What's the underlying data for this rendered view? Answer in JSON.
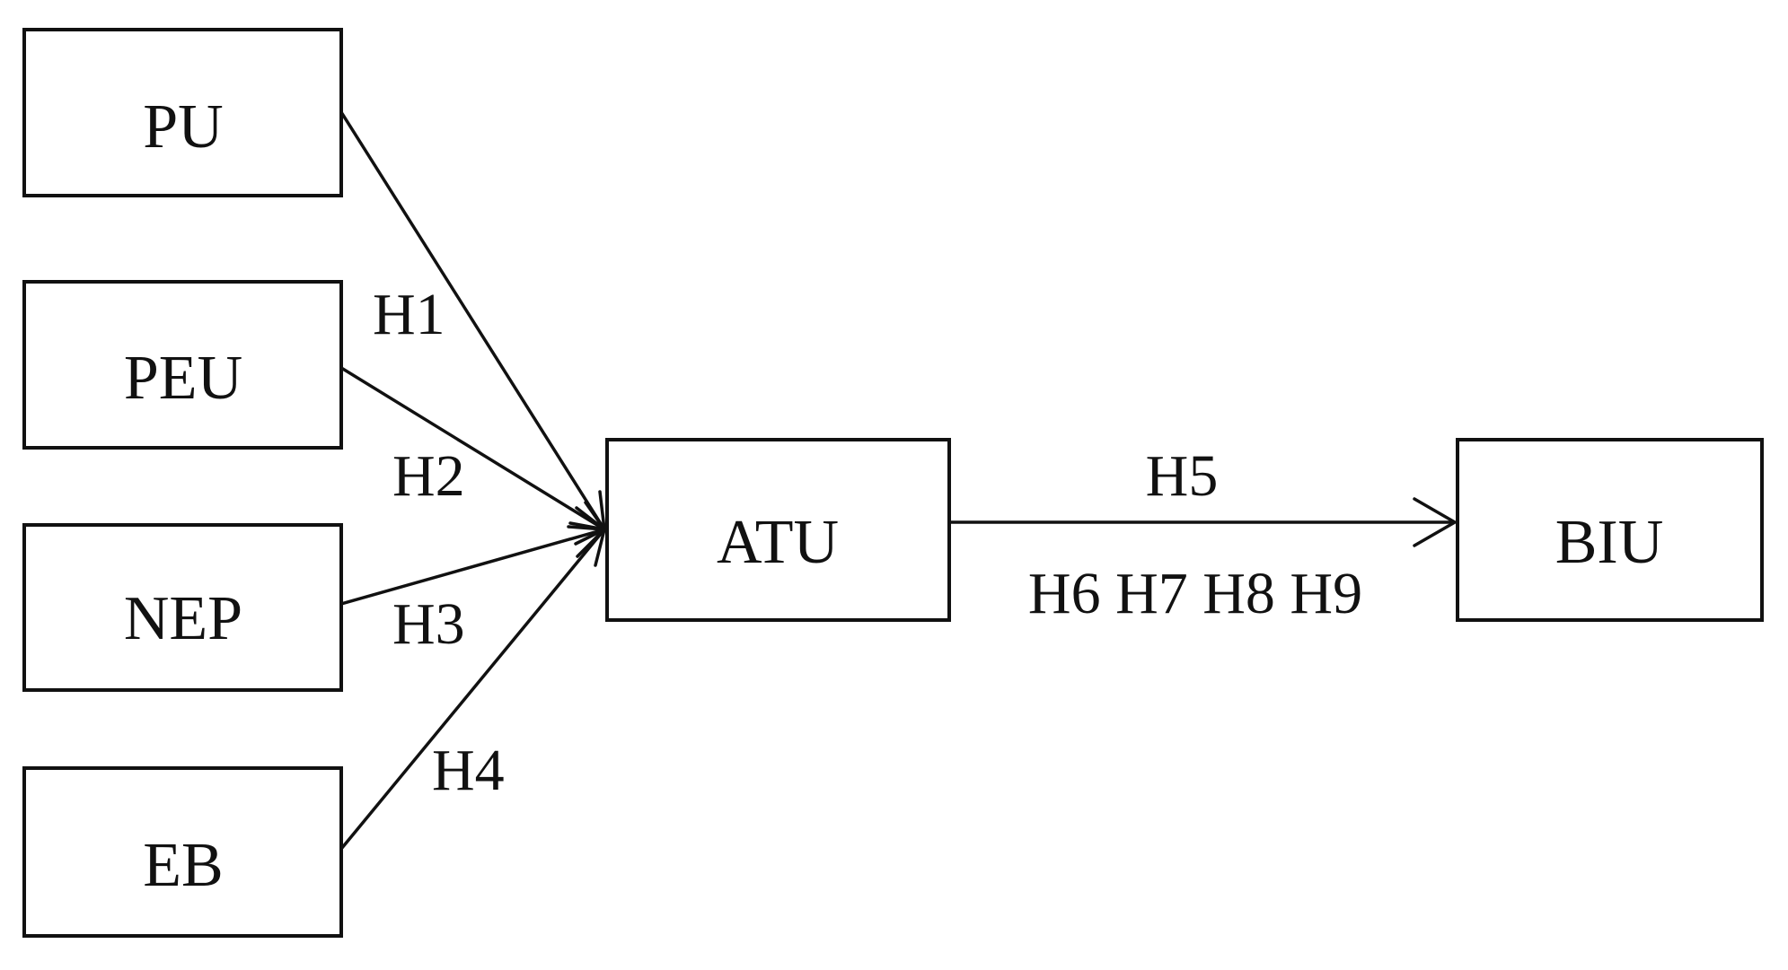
{
  "nodes": {
    "pu": "PU",
    "peu": "PEU",
    "nep": "NEP",
    "eb": "EB",
    "atu": "ATU",
    "biu": "BIU"
  },
  "edges": {
    "h1": "H1",
    "h2": "H2",
    "h3": "H3",
    "h4": "H4",
    "h5": "H5",
    "h6_h9": "H6 H7 H8 H9"
  },
  "colors": {
    "stroke": "#111111",
    "background": "#ffffff"
  }
}
